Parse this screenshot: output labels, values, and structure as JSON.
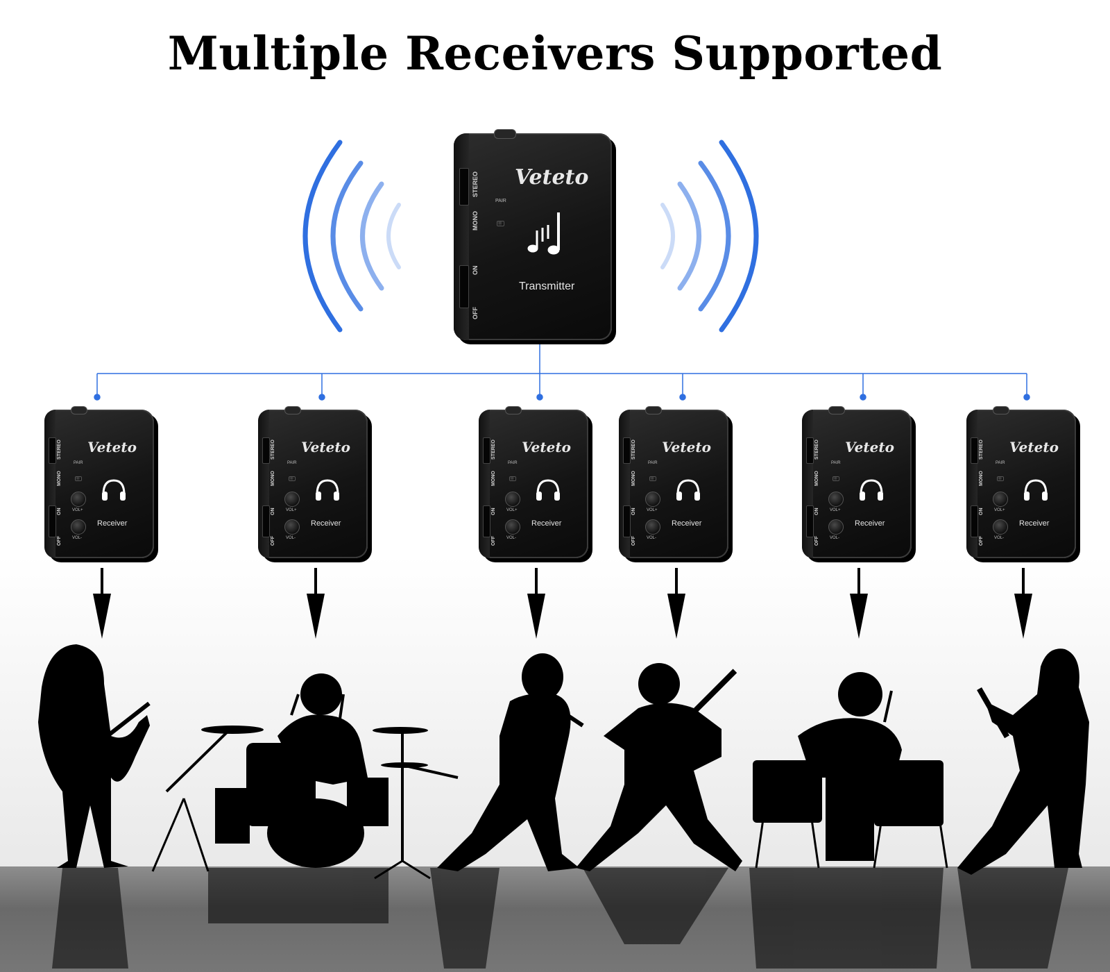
{
  "title": "Multiple Receivers Supported",
  "transmitter": {
    "brand": "Veteto",
    "label": "Transmitter",
    "pair_label": "PAIR",
    "mode_labels": [
      "MONO",
      "STEREO"
    ],
    "power_labels": [
      "ON",
      "OFF"
    ],
    "icon": "music-note-icon"
  },
  "receivers": [
    {
      "brand": "Veteto",
      "label": "Receiver"
    },
    {
      "brand": "Veteto",
      "label": "Receiver"
    },
    {
      "brand": "Veteto",
      "label": "Receiver"
    },
    {
      "brand": "Veteto",
      "label": "Receiver"
    },
    {
      "brand": "Veteto",
      "label": "Receiver"
    },
    {
      "brand": "Veteto",
      "label": "Receiver"
    }
  ],
  "receiver_controls": {
    "pair_label": "PAIR",
    "vol_up_label": "VOL+",
    "vol_down_label": "VOL-",
    "mode_labels": [
      "MONO",
      "STEREO"
    ],
    "power_labels": [
      "ON",
      "OFF"
    ],
    "icon": "headphones-icon"
  },
  "colors": {
    "signal_wave": "#2f6fe0",
    "connector_line": "#2f6fe0",
    "device_body": "#141414",
    "silhouette": "#000000"
  }
}
